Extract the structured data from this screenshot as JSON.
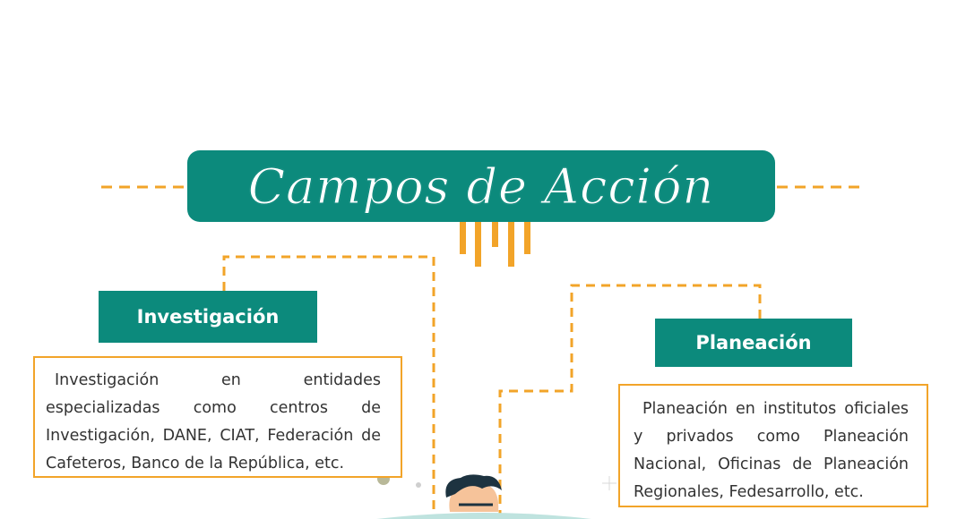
{
  "title": "Campos de Acción",
  "branches": [
    {
      "label": "Investigación",
      "description": "Investigación en entidades especializadas como centros de Investigación, DANE, CIAT, Federación de Cafeteros, Banco de la República, etc."
    },
    {
      "label": "Planeación",
      "description": "Planeación en institutos oficiales y privados como Planeación Nacional, Oficinas de Planeación Regionales, Fedesarrollo, etc."
    }
  ],
  "colors": {
    "teal": "#0c8a7c",
    "orange": "#f2a429",
    "text": "#333333",
    "dot": "#b8b898"
  },
  "icons": [
    "person-illustration"
  ]
}
